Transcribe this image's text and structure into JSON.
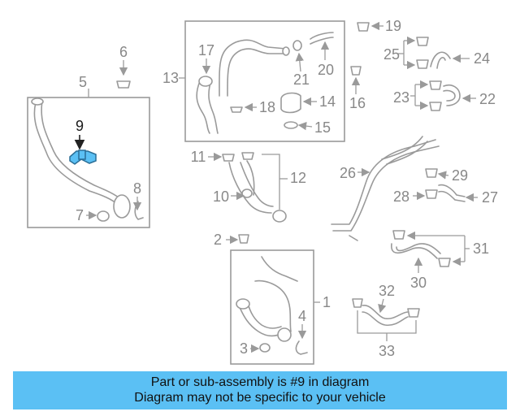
{
  "callouts": {
    "c1": "1",
    "c2": "2",
    "c3": "3",
    "c4": "4",
    "c5": "5",
    "c6": "6",
    "c7": "7",
    "c8": "8",
    "c9": "9",
    "c10": "10",
    "c11": "11",
    "c12": "12",
    "c13": "13",
    "c14": "14",
    "c15": "15",
    "c16": "16",
    "c17": "17",
    "c18": "18",
    "c19": "19",
    "c20": "20",
    "c21": "21",
    "c22": "22",
    "c23": "23",
    "c24": "24",
    "c25": "25",
    "c26": "26",
    "c27": "27",
    "c28": "28",
    "c29": "29",
    "c30": "30",
    "c31": "31",
    "c32": "32",
    "c33": "33"
  },
  "highlight": {
    "part": "9",
    "color": "#5bc0f4"
  },
  "banner": {
    "line1": "Part or sub-assembly is #9 in diagram",
    "line2": "Diagram may not be specific to your vehicle",
    "color": "#5bc0f4"
  }
}
